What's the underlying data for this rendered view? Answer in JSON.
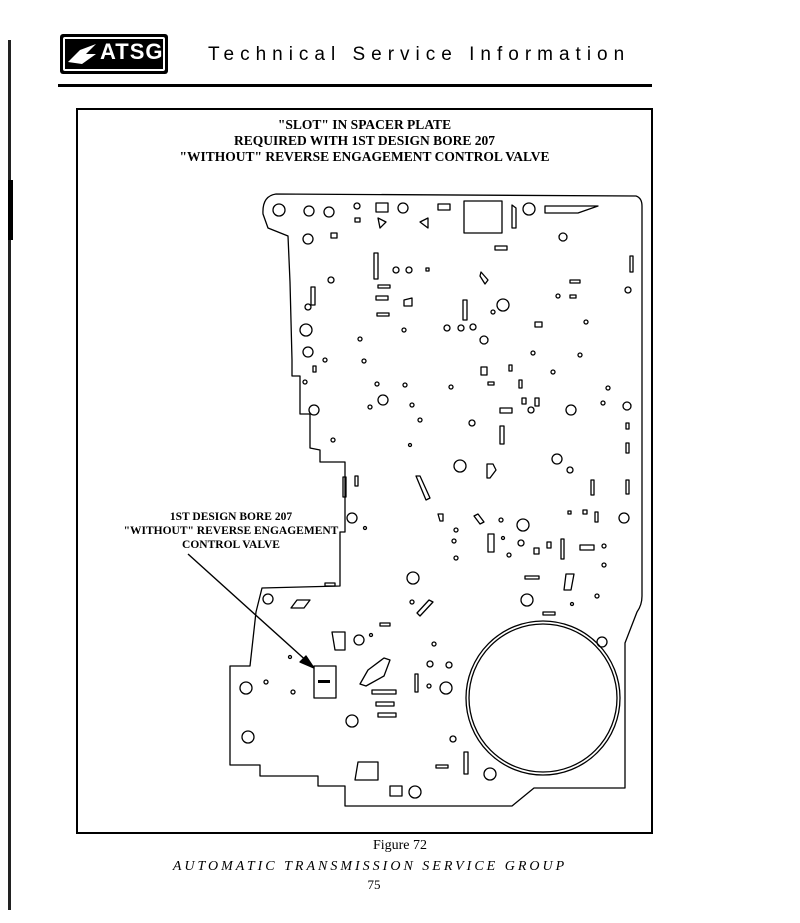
{
  "header": {
    "logo_text": "ATSG",
    "title": "Technical Service Information"
  },
  "figure": {
    "caption_lines": [
      "\"SLOT\" IN SPACER PLATE",
      "REQUIRED WITH 1ST DESIGN BORE 207",
      "\"WITHOUT\" REVERSE ENGAGEMENT CONTROL VALVE"
    ],
    "callout_lines": [
      "1ST DESIGN BORE 207",
      "\"WITHOUT\" REVERSE ENGAGEMENT",
      "CONTROL VALVE"
    ],
    "label": "Figure 72"
  },
  "footer": {
    "organization": "AUTOMATIC TRANSMISSION SERVICE GROUP",
    "page_number": "75"
  },
  "icons": {
    "logo": "atsg-logo-icon"
  }
}
